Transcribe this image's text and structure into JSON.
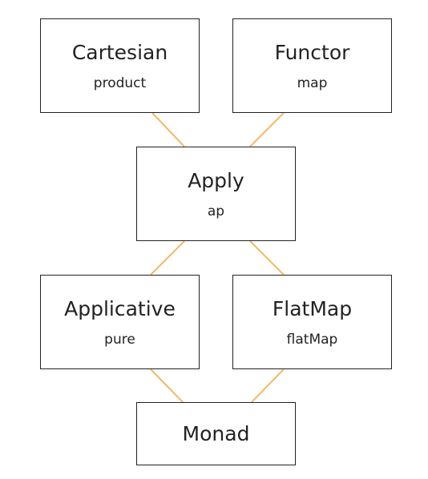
{
  "diagram": {
    "edge_color": "#f2b96b",
    "nodes": {
      "cartesian": {
        "name": "Cartesian",
        "method": "product"
      },
      "functor": {
        "name": "Functor",
        "method": "map"
      },
      "apply": {
        "name": "Apply",
        "method": "ap"
      },
      "applicative": {
        "name": "Applicative",
        "method": "pure"
      },
      "flatmap": {
        "name": "FlatMap",
        "method": "flatMap"
      },
      "monad": {
        "name": "Monad"
      }
    },
    "edges": [
      {
        "from": "cartesian",
        "to": "apply"
      },
      {
        "from": "functor",
        "to": "apply"
      },
      {
        "from": "apply",
        "to": "applicative"
      },
      {
        "from": "apply",
        "to": "flatmap"
      },
      {
        "from": "applicative",
        "to": "monad"
      },
      {
        "from": "flatmap",
        "to": "monad"
      }
    ]
  }
}
